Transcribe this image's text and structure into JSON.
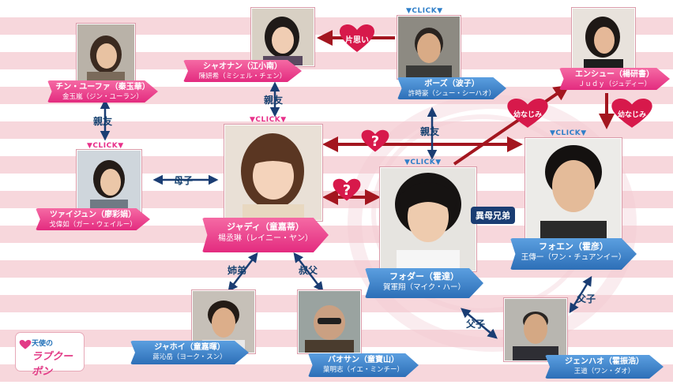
{
  "logo": {
    "line1": "天使の",
    "line2": "ラブクーポン"
  },
  "click_label": "▼CLICK▼",
  "people": {
    "chin": {
      "name": "チン・ユーファ（秦玉華）",
      "actor": "金玉嵐（ジン・ユーラン）"
    },
    "shaonan": {
      "name": "シャオナン（江小南）",
      "actor": "陳妍希（ミシェル・チェン）"
    },
    "bozu": {
      "name": "ボーズ（波子）",
      "actor": "許時豪（シュー・シーハオ）"
    },
    "enshu": {
      "name": "エンシュー（楊研書）",
      "actor": "Ｊｕｄｙ（ジュディー）"
    },
    "tsui": {
      "name": "ツァイジュン（廖彩娟）",
      "actor": "戈偉如（ガー・ウェイルー）"
    },
    "jady": {
      "name": "ジャディ（童嘉蒂）",
      "actor": "楊丞琳（レイニー・ヤン）"
    },
    "foda": {
      "name": "フォダー（霍達）",
      "actor": "賀軍翔（マイク・ハー）"
    },
    "foen": {
      "name": "フォエン（霍彦）",
      "actor": "王傳一（ワン・チュアンイー）"
    },
    "jahoi": {
      "name": "ジャホイ（童嘉暉）",
      "actor": "蔣沁岳（ヨーク・スン）"
    },
    "baosan": {
      "name": "バオサン（童寶山）",
      "actor": "葉明志（イエ・ミンチー）"
    },
    "jenhao": {
      "name": "ジェンハオ（霍振浩）",
      "actor": "王道（ワン・ダオ）"
    }
  },
  "relations": {
    "kataomoi": "片思い",
    "shinyu": "親友",
    "boshi": "母子",
    "osananajimi": "幼なじみ",
    "imbo": "異母兄弟",
    "shitei": "姉弟",
    "shukufu": "叔父",
    "fushi": "父子",
    "question": "?"
  },
  "colors": {
    "pink": "#e32b7f",
    "blue": "#2d6fb7",
    "arrow_red": "#a3161f",
    "arrow_navy": "#1a3d73"
  }
}
